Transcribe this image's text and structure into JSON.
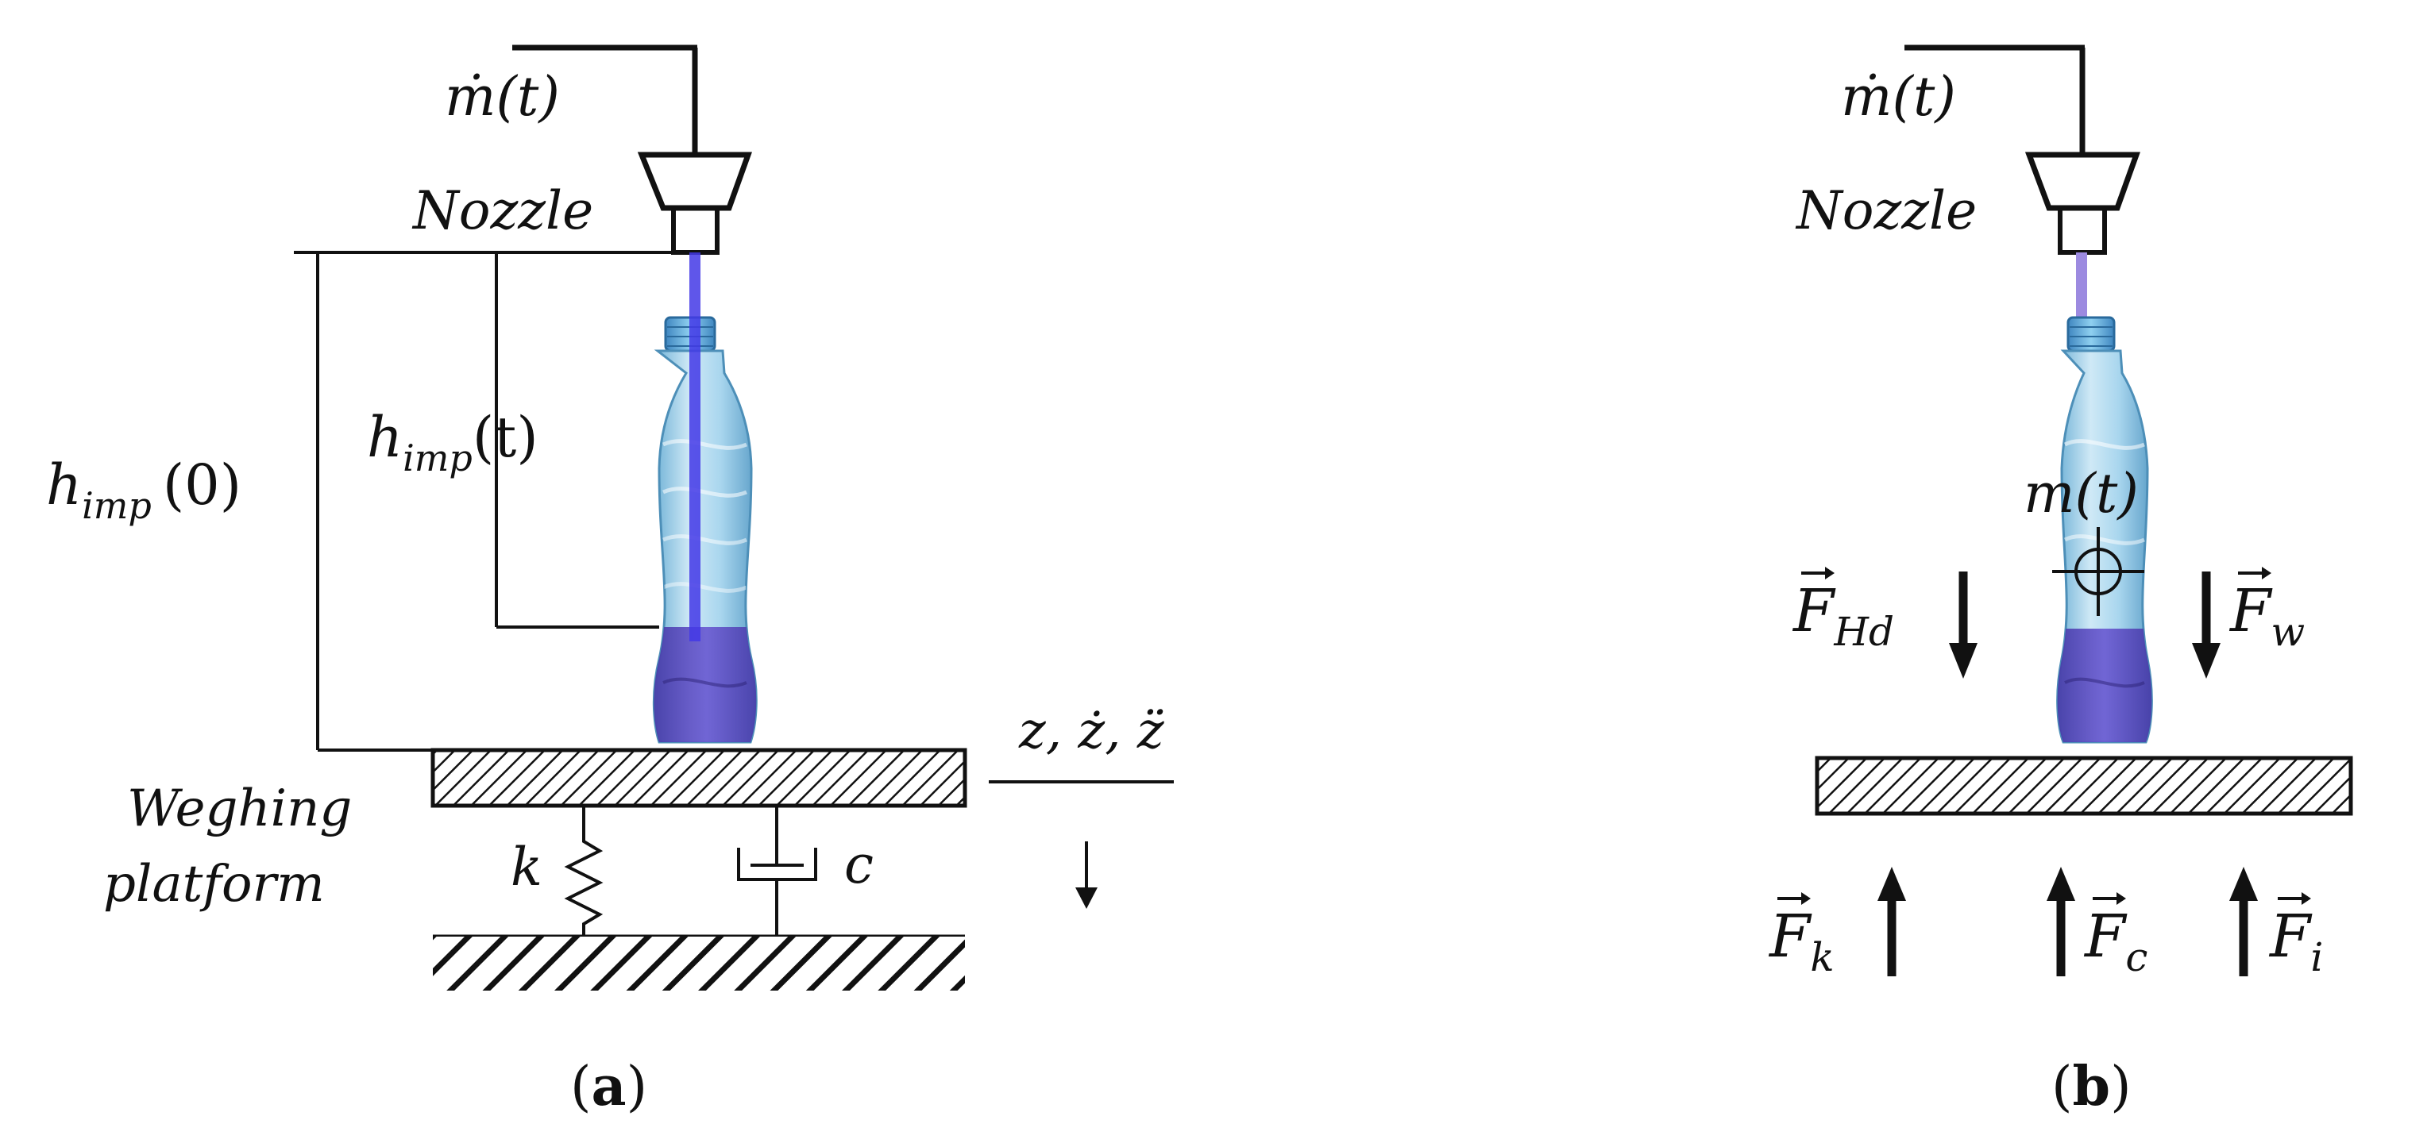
{
  "panel_a": {
    "flow_rate_label": "ṁ(t)",
    "nozzle_label": "Nozzle",
    "initial_height_main": "h",
    "initial_height_sub": "imp",
    "initial_height_arg": "(0)",
    "height_main": "h",
    "height_sub": "imp",
    "height_arg": "(t)",
    "platform_label_line1": "Weghing",
    "platform_label_line2": "platform",
    "spring_label": "k",
    "damper_label": "c",
    "displacement_label": "z, ż, z̈",
    "caption_open": "(",
    "caption_letter": "a",
    "caption_close": ")"
  },
  "panel_b": {
    "flow_rate_label": "ṁ(t)",
    "nozzle_label": "Nozzle",
    "mass_label": "m(t)",
    "force_hd_main": "F",
    "force_hd_sub": "Hd",
    "force_w_main": "F",
    "force_w_sub": "w",
    "force_k_main": "F",
    "force_k_sub": "k",
    "force_c_main": "F",
    "force_c_sub": "c",
    "force_i_main": "F",
    "force_i_sub": "i",
    "caption_open": "(",
    "caption_letter": "b",
    "caption_close": ")"
  },
  "colors": {
    "fluid": "#4b3fb0",
    "stream_a": "#4338e6",
    "stream_b": "#9c8ae0",
    "bottle": "#8fc9e6",
    "line": "#111111"
  }
}
